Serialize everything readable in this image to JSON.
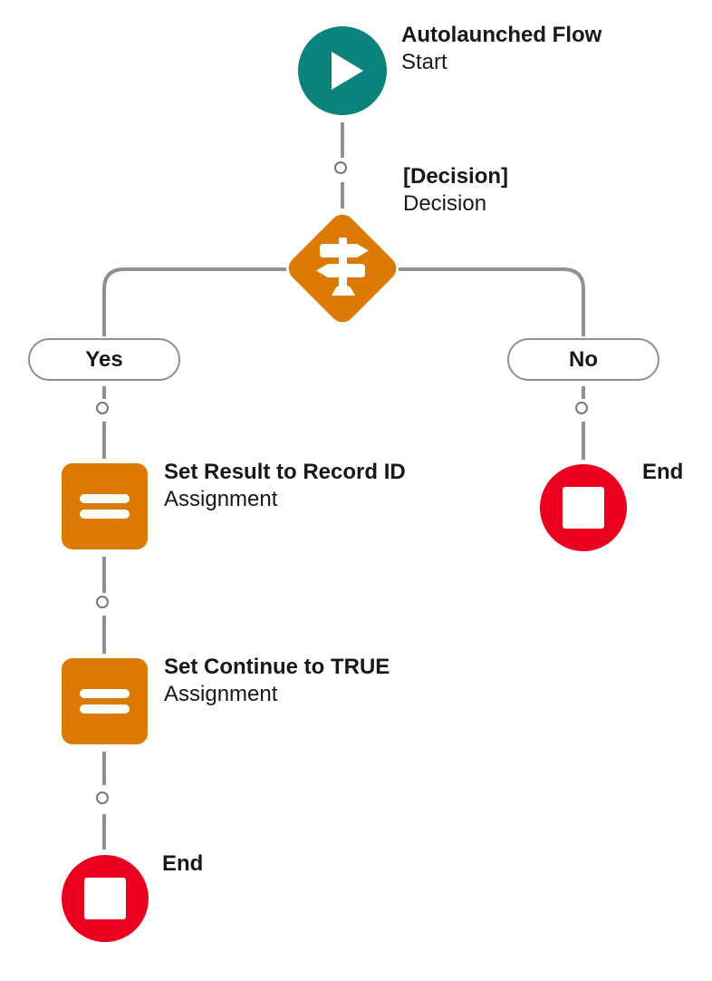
{
  "start": {
    "title": "Autolaunched Flow",
    "subtitle": "Start"
  },
  "decision": {
    "title": "[Decision]",
    "subtitle": "Decision"
  },
  "branches": {
    "yes": {
      "label": "Yes"
    },
    "no": {
      "label": "No"
    }
  },
  "assignment1": {
    "title": "Set Result to Record ID",
    "subtitle": "Assignment"
  },
  "assignment2": {
    "title": "Set Continue to TRUE",
    "subtitle": "Assignment"
  },
  "end_right": {
    "label": "End"
  },
  "end_left": {
    "label": "End"
  },
  "icons": {
    "start": "play-icon",
    "decision": "signpost-icon",
    "assignment": "equals-icon",
    "end": "stop-icon",
    "connector_point": "add-element-circle"
  },
  "colors": {
    "start_teal": "#0B827C",
    "node_orange": "#DD7A01",
    "end_red": "#EA001E",
    "connector_gray": "#919191",
    "text_dark": "#181818",
    "pill_border": "#919191",
    "background": "#FFFFFF"
  }
}
